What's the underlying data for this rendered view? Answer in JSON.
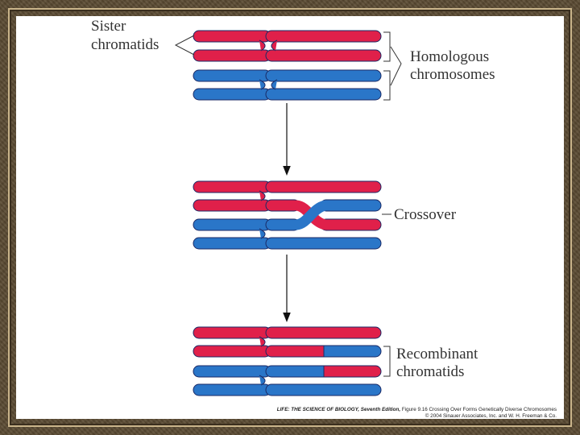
{
  "colors": {
    "red": "#e0204a",
    "blue": "#2a76c8",
    "outline": "#1a2a66",
    "frame": "#5a4a32"
  },
  "labels": {
    "sister_line1": "Sister",
    "sister_line2": "chromatids",
    "homologous_line1": "Homologous",
    "homologous_line2": "chromosomes",
    "crossover": "Crossover",
    "recombinant_line1": "Recombinant",
    "recombinant_line2": "chromatids"
  },
  "caption": {
    "source": "LIFE: THE SCIENCE OF BIOLOGY, Seventh Edition,",
    "figure": " Figure 9.16 Crossing Over Forms Genetically Diverse Chromosomes",
    "copyright": "© 2004 Sinauer Associates, Inc. and W. H. Freeman & Co."
  }
}
